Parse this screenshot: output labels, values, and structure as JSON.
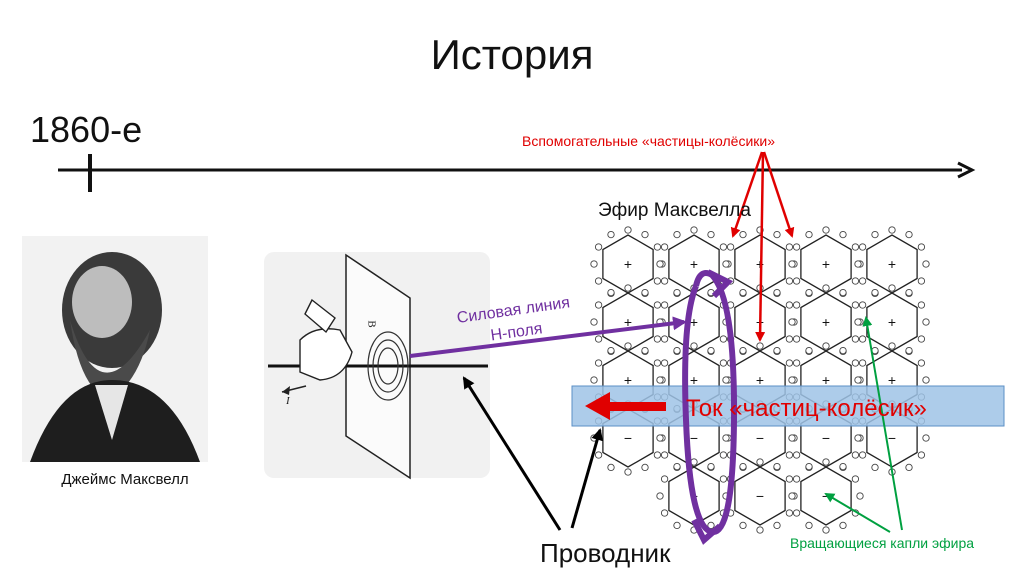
{
  "slide": {
    "title": "История",
    "decade": "1860-е"
  },
  "portrait": {
    "caption": "Джеймс Максвелл"
  },
  "hand_figure": {
    "field_line_label": "Силовая линия\nН-поля",
    "letter_b": "B",
    "letter_i": "I"
  },
  "ether": {
    "title": "Эфир Максвелла",
    "aux_particles_label": "Вспомогательные «частицы-колёсики»",
    "current_label": "Ток «частиц-колёсик»",
    "rotating_drops_label": "Вращающиеся капли эфира",
    "cell_signs": [
      "+",
      "−"
    ]
  },
  "conductor_label": "Проводник",
  "colors": {
    "red": "#e00000",
    "purple": "#7030a0",
    "green": "#00a040",
    "band": "#9fc3e6"
  }
}
